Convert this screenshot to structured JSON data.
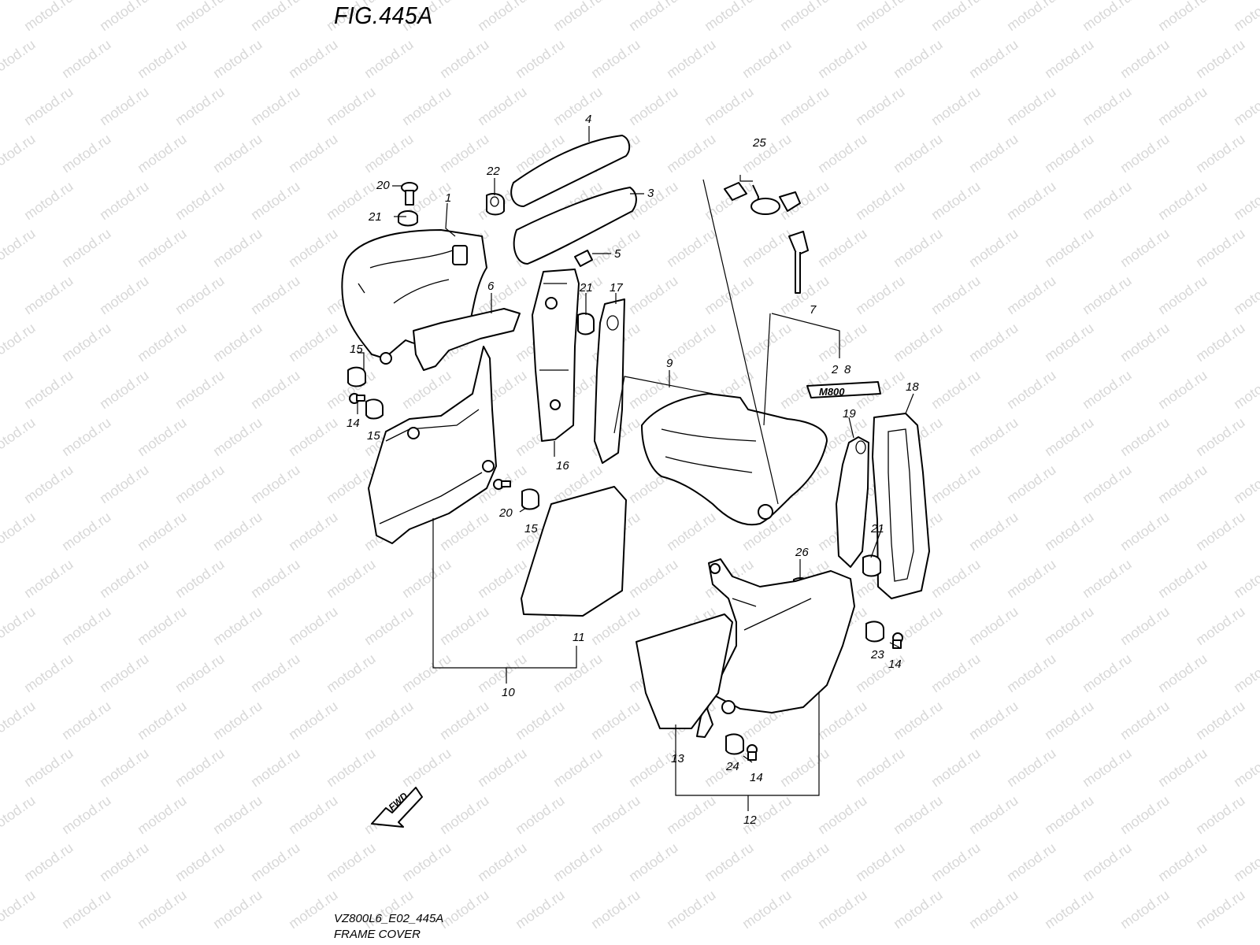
{
  "figure": {
    "title": "FIG.445A",
    "model_code": "VZ800L6_E02_445A",
    "section_name": "FRAME COVER"
  },
  "watermark": {
    "text": "motod.ru",
    "color": "#d8d8d8"
  },
  "badge": {
    "text": "M800"
  },
  "direction_arrow": {
    "text": "FWD"
  },
  "callouts": {
    "c1": "1",
    "c2": "2",
    "c3": "3",
    "c4": "4",
    "c5": "5",
    "c6": "6",
    "c7": "7",
    "c8": "8",
    "c9": "9",
    "c10": "10",
    "c11": "11",
    "c12": "12",
    "c13": "13",
    "c14a": "14",
    "c14b": "14",
    "c14c": "14",
    "c15a": "15",
    "c15b": "15",
    "c15c": "15",
    "c16": "16",
    "c17": "17",
    "c18": "18",
    "c19": "19",
    "c20a": "20",
    "c20b": "20",
    "c21a": "21",
    "c21b": "21",
    "c21c": "21",
    "c22": "22",
    "c23": "23",
    "c24": "24",
    "c25": "25",
    "c26": "26"
  }
}
